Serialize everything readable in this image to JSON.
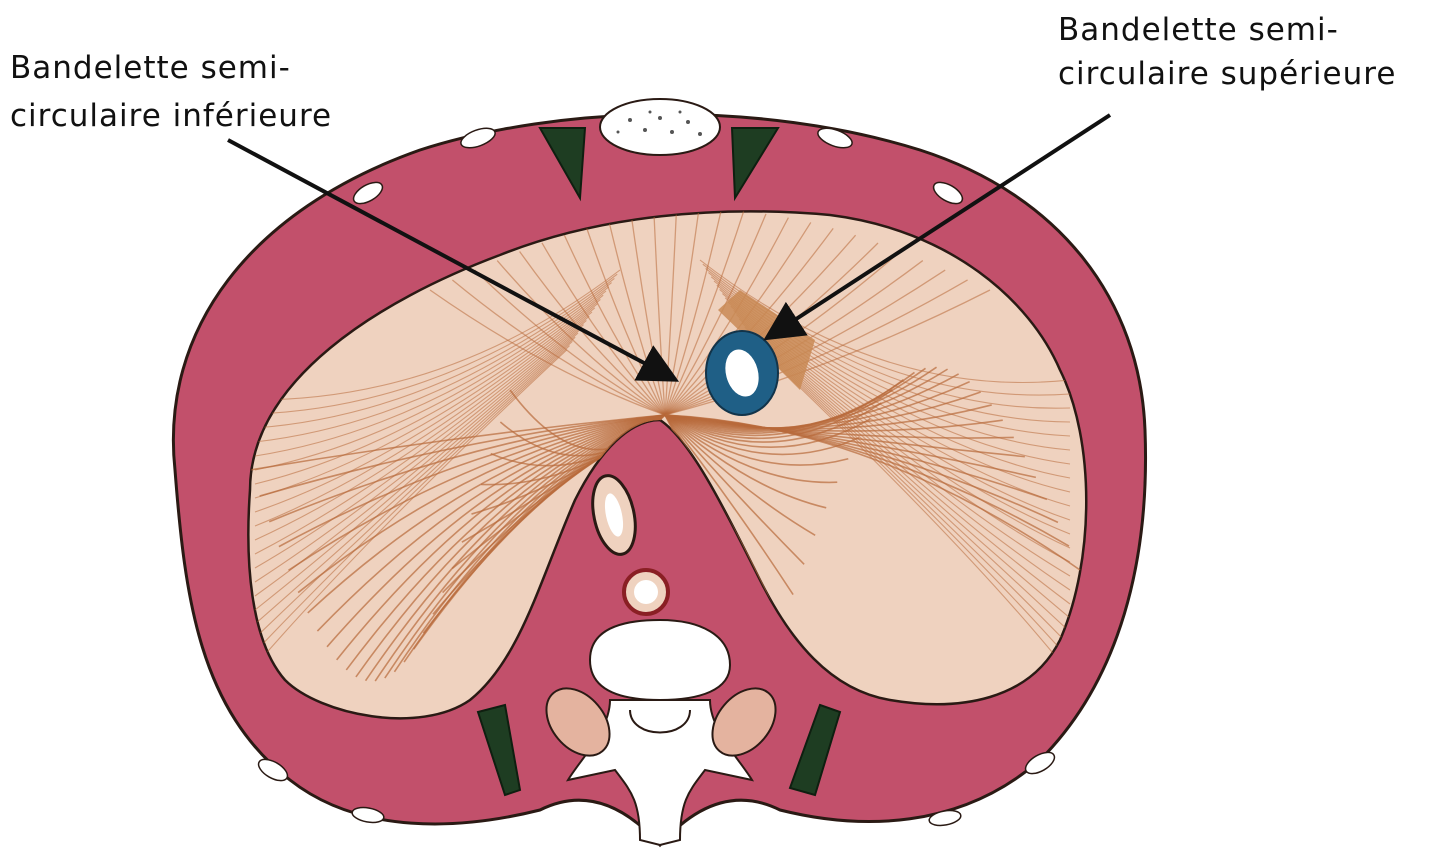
{
  "labels": {
    "inferior": {
      "line1": "Bandelette semi-",
      "line2": "circulaire inférieure"
    },
    "superior": {
      "line1": "Bandelette semi-",
      "line2": "circulaire supérieure"
    }
  },
  "colors": {
    "muscle": "#c2506b",
    "tendon": "#efd2bf",
    "fiber": "#b8693a",
    "vessel_ring": "#1f5f86",
    "dark_green": "#1e3d22",
    "outline": "#2a1a14",
    "bone": "#ffffff"
  }
}
